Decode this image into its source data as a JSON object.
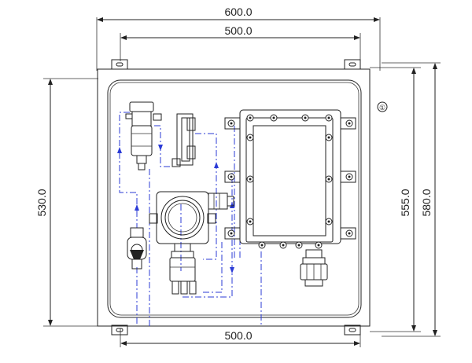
{
  "dimensions": {
    "top_outer_width": "600.0",
    "top_inner_width": "500.0",
    "bottom_width": "500.0",
    "left_height": "530.0",
    "right_inner_height": "555.0",
    "right_outer_height": "580.0"
  },
  "callout": "①",
  "colors": {
    "line": "#222222",
    "flow": "#2b3bd6",
    "background": "#ffffff"
  }
}
